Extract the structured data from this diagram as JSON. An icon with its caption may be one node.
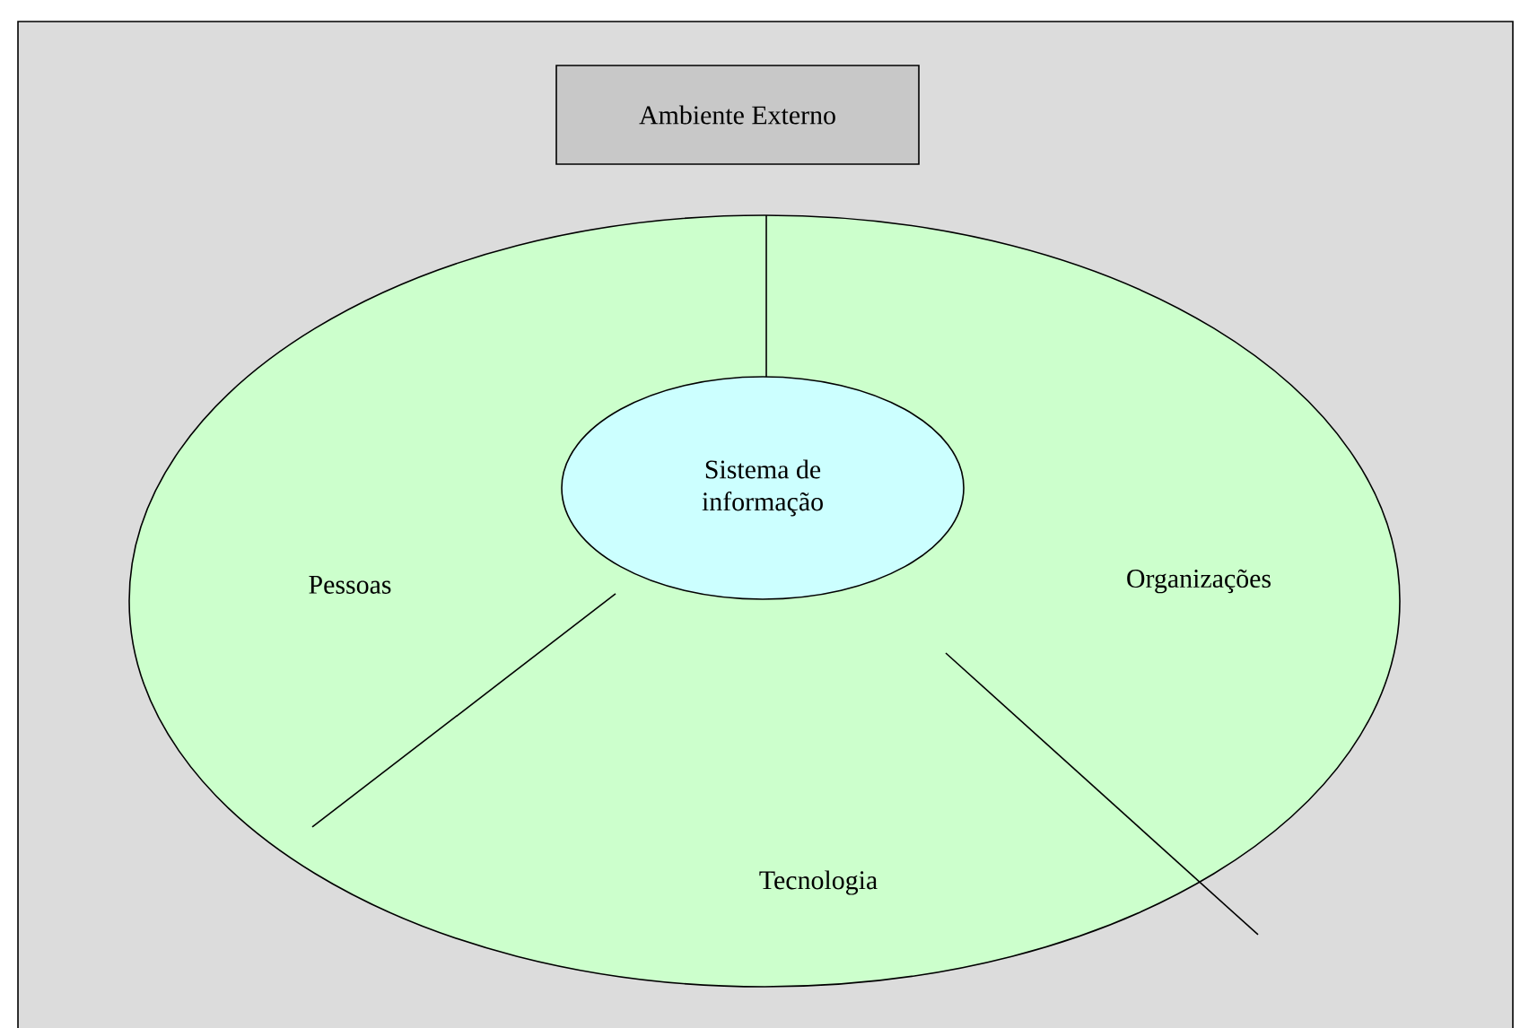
{
  "diagram": {
    "nodes": [
      {
        "text": [
          "Ambiente Externo"
        ]
      },
      {
        "text": [
          "Pessoas",
          "Organizações",
          "Tecnologia"
        ]
      },
      {
        "text": [
          "Sistema de informação"
        ],
        "in": 1
      }
    ]
  }
}
